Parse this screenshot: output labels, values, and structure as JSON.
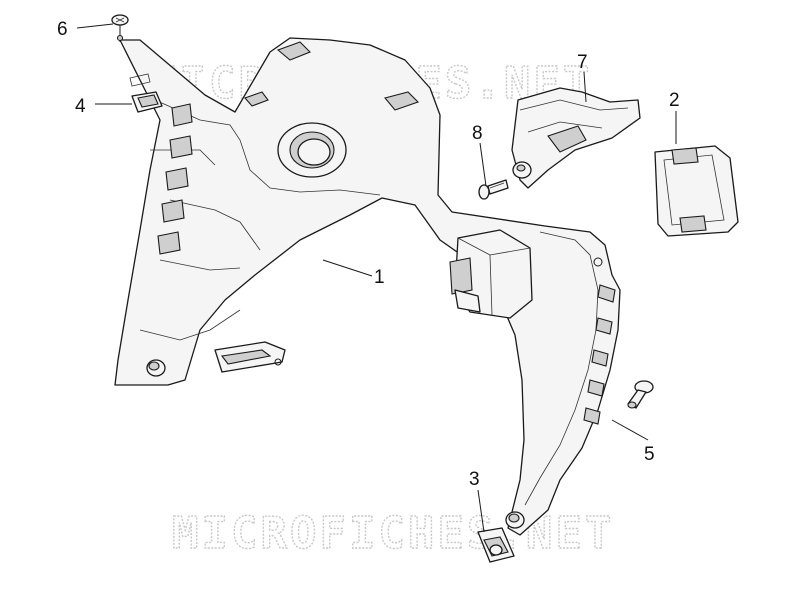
{
  "watermark": {
    "text": "MICROFICHES.NET"
  },
  "callouts": [
    {
      "id": "1",
      "label": "1"
    },
    {
      "id": "2",
      "label": "2"
    },
    {
      "id": "3",
      "label": "3"
    },
    {
      "id": "4",
      "label": "4"
    },
    {
      "id": "5",
      "label": "5"
    },
    {
      "id": "6",
      "label": "6"
    },
    {
      "id": "7",
      "label": "7"
    },
    {
      "id": "8",
      "label": "8"
    }
  ]
}
